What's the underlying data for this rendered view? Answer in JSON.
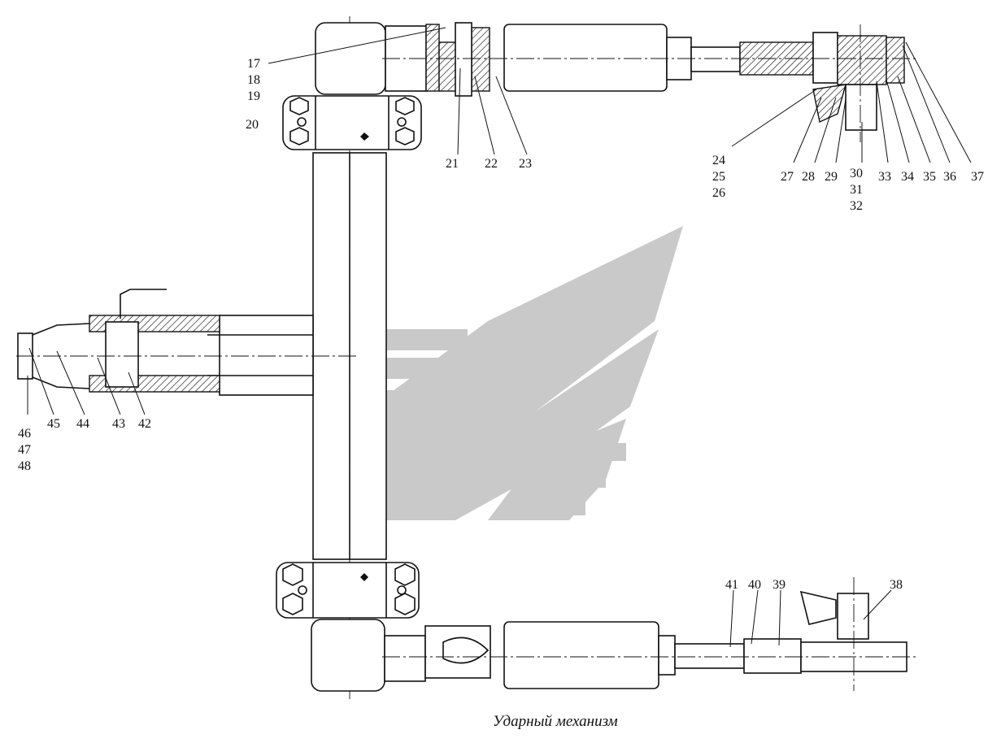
{
  "caption": "Ударный механизм",
  "labels_top": [
    "17",
    "18",
    "19",
    "20",
    "21",
    "22",
    "23"
  ],
  "labels_right_top": [
    "24",
    "25",
    "26",
    "27",
    "28",
    "29",
    "30",
    "31",
    "32",
    "33",
    "34",
    "35",
    "36",
    "37"
  ],
  "labels_left": [
    "42",
    "43",
    "44",
    "45",
    "46",
    "47",
    "48"
  ],
  "labels_bottom": [
    "38",
    "39",
    "40",
    "41"
  ]
}
